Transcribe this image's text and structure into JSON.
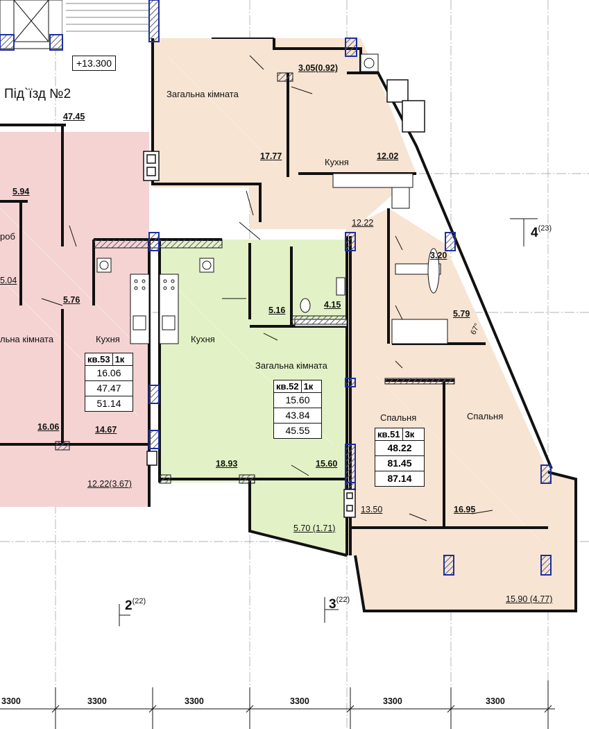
{
  "header": {
    "elevation": "+13.300",
    "entrance": "Під`їзд №2"
  },
  "rooms": {
    "living_room_top": "Загальна кімната",
    "kitchen_top": "Кухня",
    "kitchen_53": "Кухня",
    "living_room_53": "льна кімната",
    "storage_53": "роб",
    "kitchen_52": "Кухня",
    "living_room_52": "Загальна кімната",
    "bedroom_51a": "Спальня",
    "bedroom_51b": "Спальня"
  },
  "areas": {
    "a4745": "47.45",
    "a305": "3.05(0.92)",
    "a1777": "17.77",
    "a1202": "12.02",
    "a1222": "12.22",
    "a594": "5.94",
    "a504": "5.04",
    "a576": "5.76",
    "a1606": "16.06",
    "a1467": "14.67",
    "a1222b": "12.22(3.67)",
    "a516": "5.16",
    "a415": "4.15",
    "a320": "3.20",
    "a579": "5.79",
    "a1893": "18.93",
    "a1560": "15.60",
    "a1350": "13.50",
    "a1695": "16.95",
    "a570": "5.70 (1.71)",
    "a1590": "15.90 (4.77)",
    "angle": "67°"
  },
  "apartments": {
    "a53": {
      "label": "кв.53",
      "rooms": "1к",
      "living": "16.06",
      "total": "47.47",
      "total_balc": "51.14"
    },
    "a52": {
      "label": "кв.52",
      "rooms": "1к",
      "living": "15.60",
      "total": "43.84",
      "total_balc": "45.55"
    },
    "a51": {
      "label": "кв.51",
      "rooms": "3к",
      "living": "48.22",
      "total": "81.45",
      "total_balc": "87.14"
    }
  },
  "sections": {
    "s2": {
      "num": "2",
      "sup": "(22)"
    },
    "s3": {
      "num": "3",
      "sup": "(22)"
    },
    "s4": {
      "num": "4",
      "sup": "(23)"
    }
  },
  "dimensions": [
    "3300",
    "3300",
    "3300",
    "3300",
    "3300",
    "3300"
  ],
  "colors": {
    "beige": "#f7e4d3",
    "pink": "#f5d3d3",
    "green": "#e3f2c6",
    "wall": "#111111",
    "column": "#1c2fa0"
  }
}
